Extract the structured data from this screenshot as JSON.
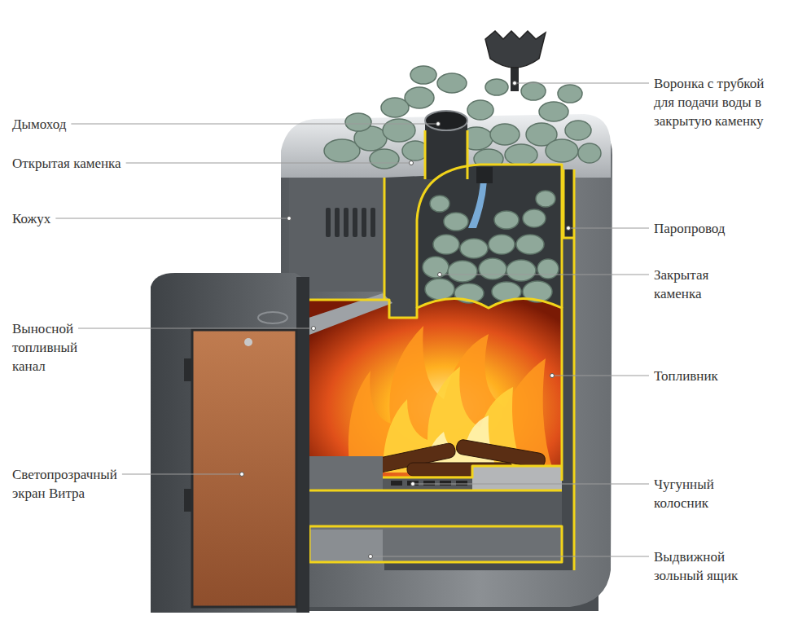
{
  "diagram": {
    "labels": [
      "Воронка с трубкой для подачи воды в закрытую каменку",
      "Дымоход",
      "Открытая каменка",
      "Кожух",
      "Паропровод",
      "Закрытая каменка",
      "Выносной топливный канал",
      "Топливник",
      "Светопрозрачный экран Витра",
      "Чугунный колосник",
      "Выдвижной зольный ящик"
    ]
  }
}
